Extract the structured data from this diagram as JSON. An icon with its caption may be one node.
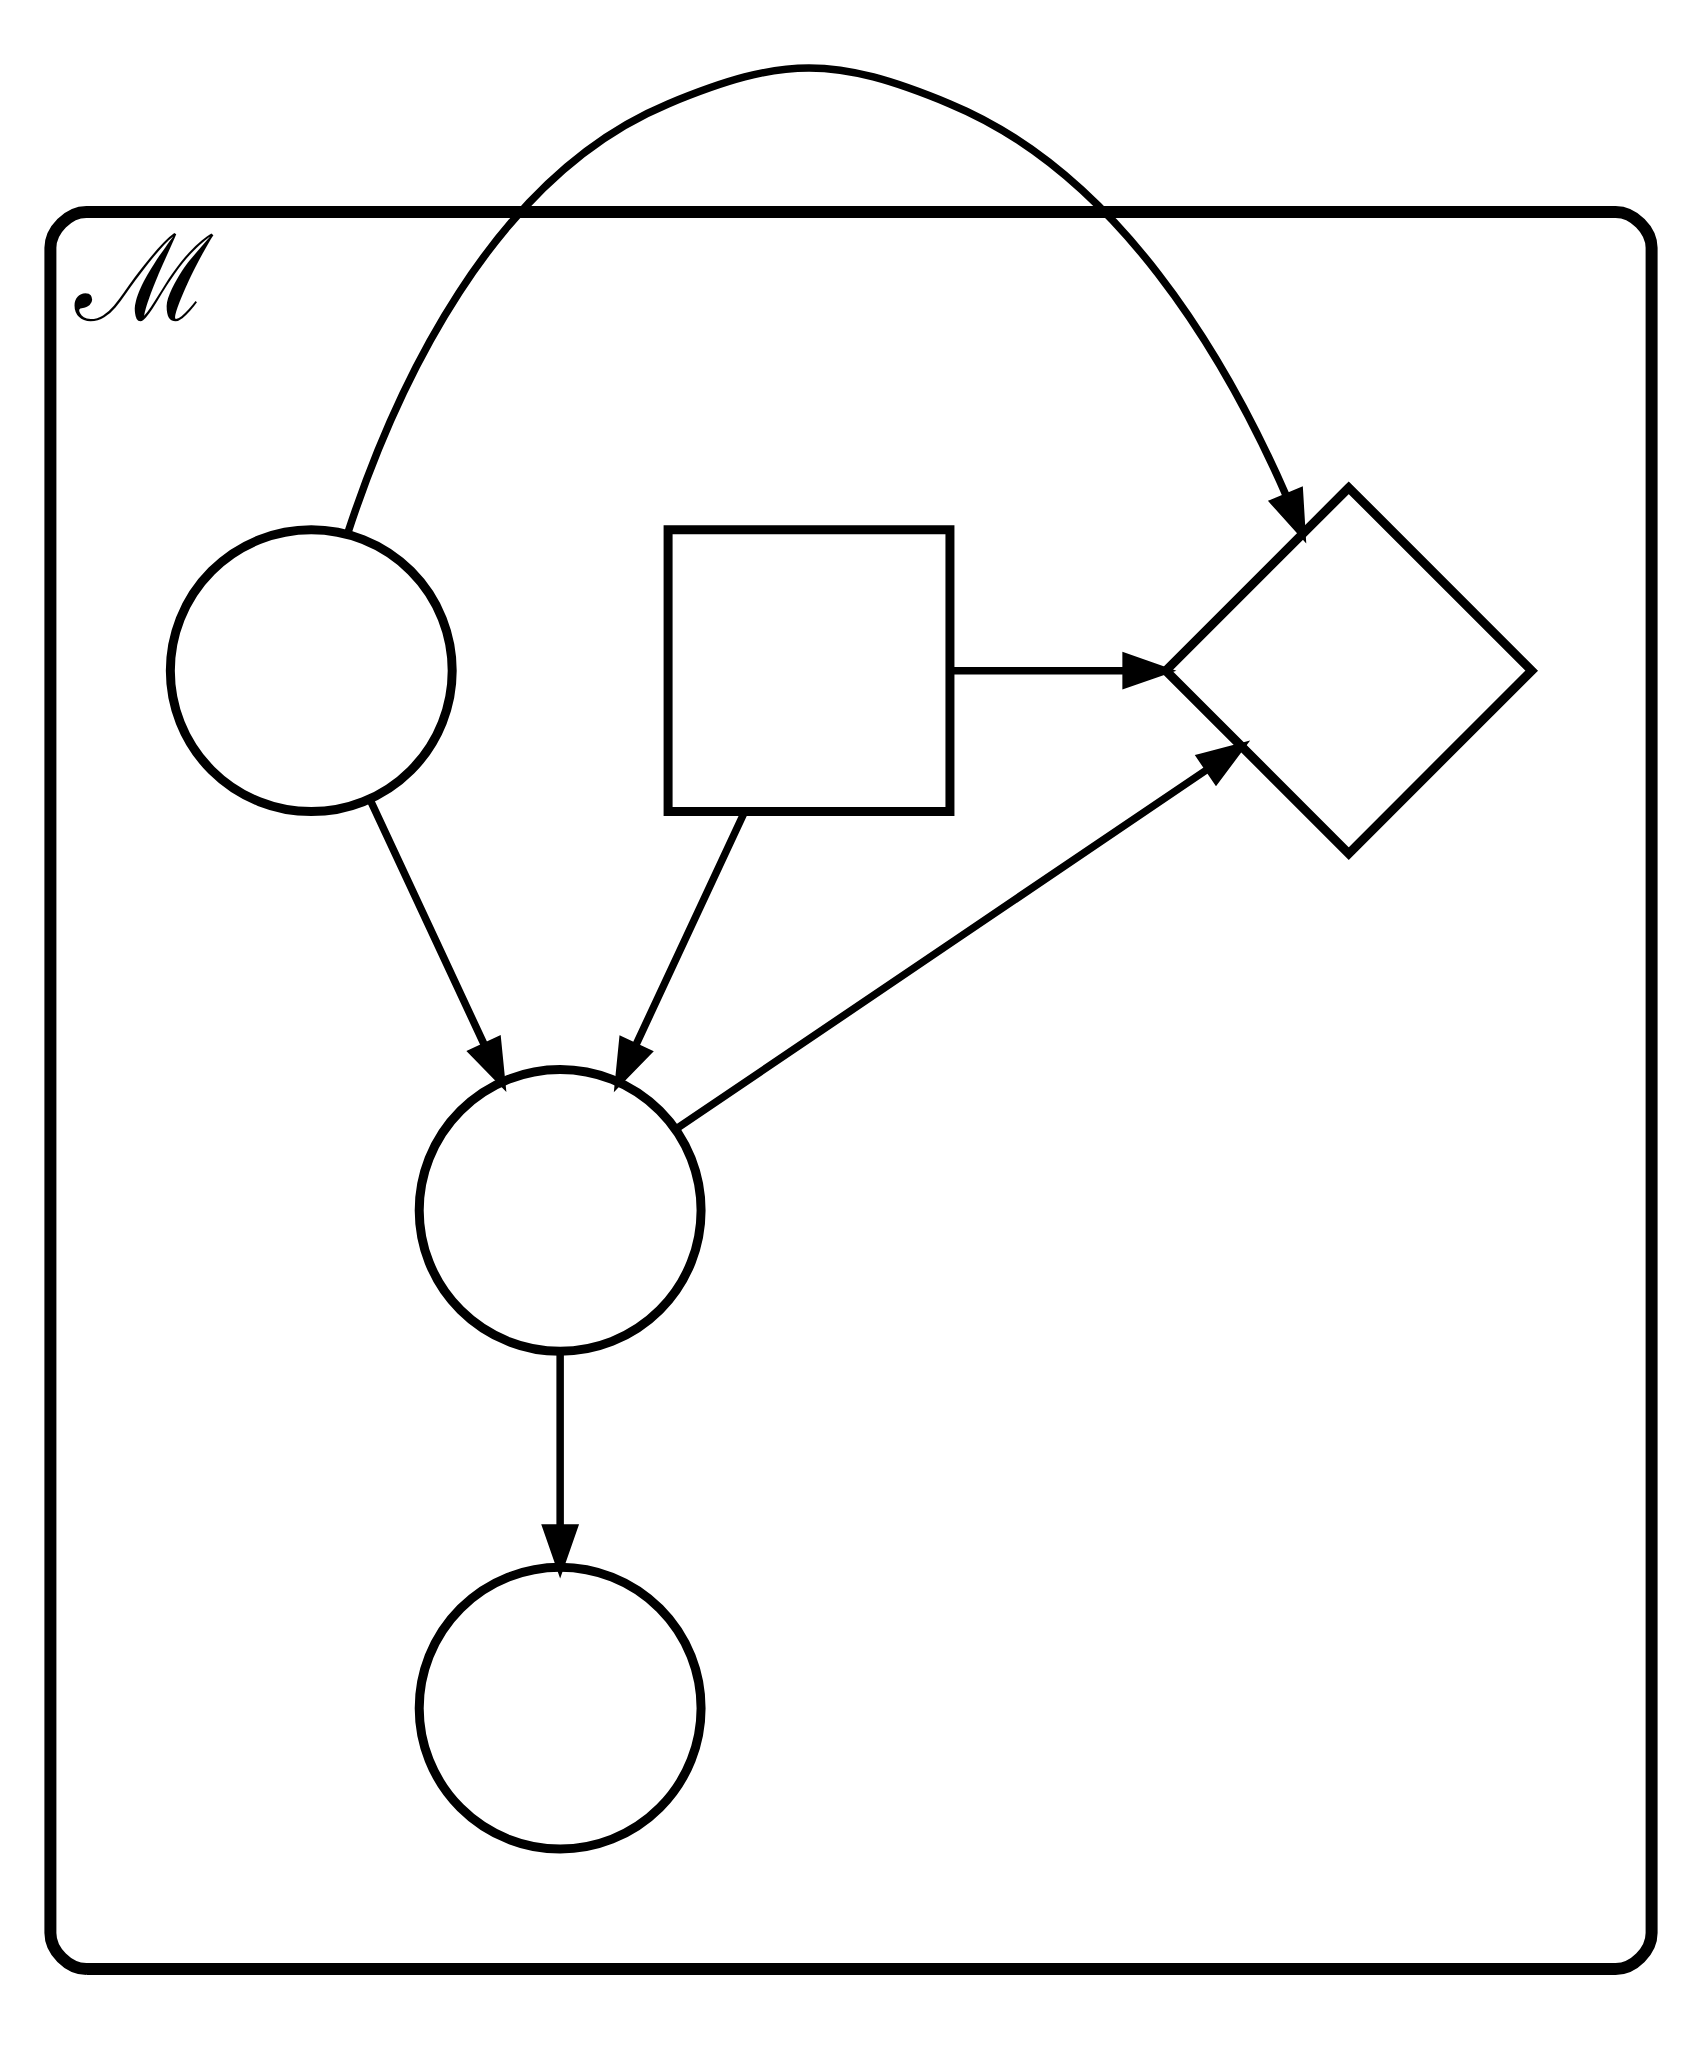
{
  "diagram": {
    "nodes": [
      {
        "text": [
          "ℳ"
        ]
      },
      {
        "text": [],
        "shape": "diamond",
        "in": 0
      },
      {
        "text": [],
        "shape": "box",
        "in": 0
      },
      {
        "text": [],
        "shape": "circle",
        "in": 0
      },
      {
        "text": [],
        "shape": "circle",
        "in": 0
      },
      {
        "text": [],
        "shape": "circle",
        "in": 0
      }
    ],
    "edges": [
      {
        "from": 2,
        "to": 1,
        "arrow": "to"
      },
      {
        "from": 2,
        "to": 4,
        "arrow": "to"
      },
      {
        "from": 3,
        "to": 1,
        "arrow": "to"
      },
      {
        "from": 3,
        "to": 4,
        "arrow": "to"
      },
      {
        "from": 4,
        "to": 1,
        "arrow": "to"
      },
      {
        "from": 4,
        "to": 5,
        "arrow": "to"
      }
    ]
  }
}
